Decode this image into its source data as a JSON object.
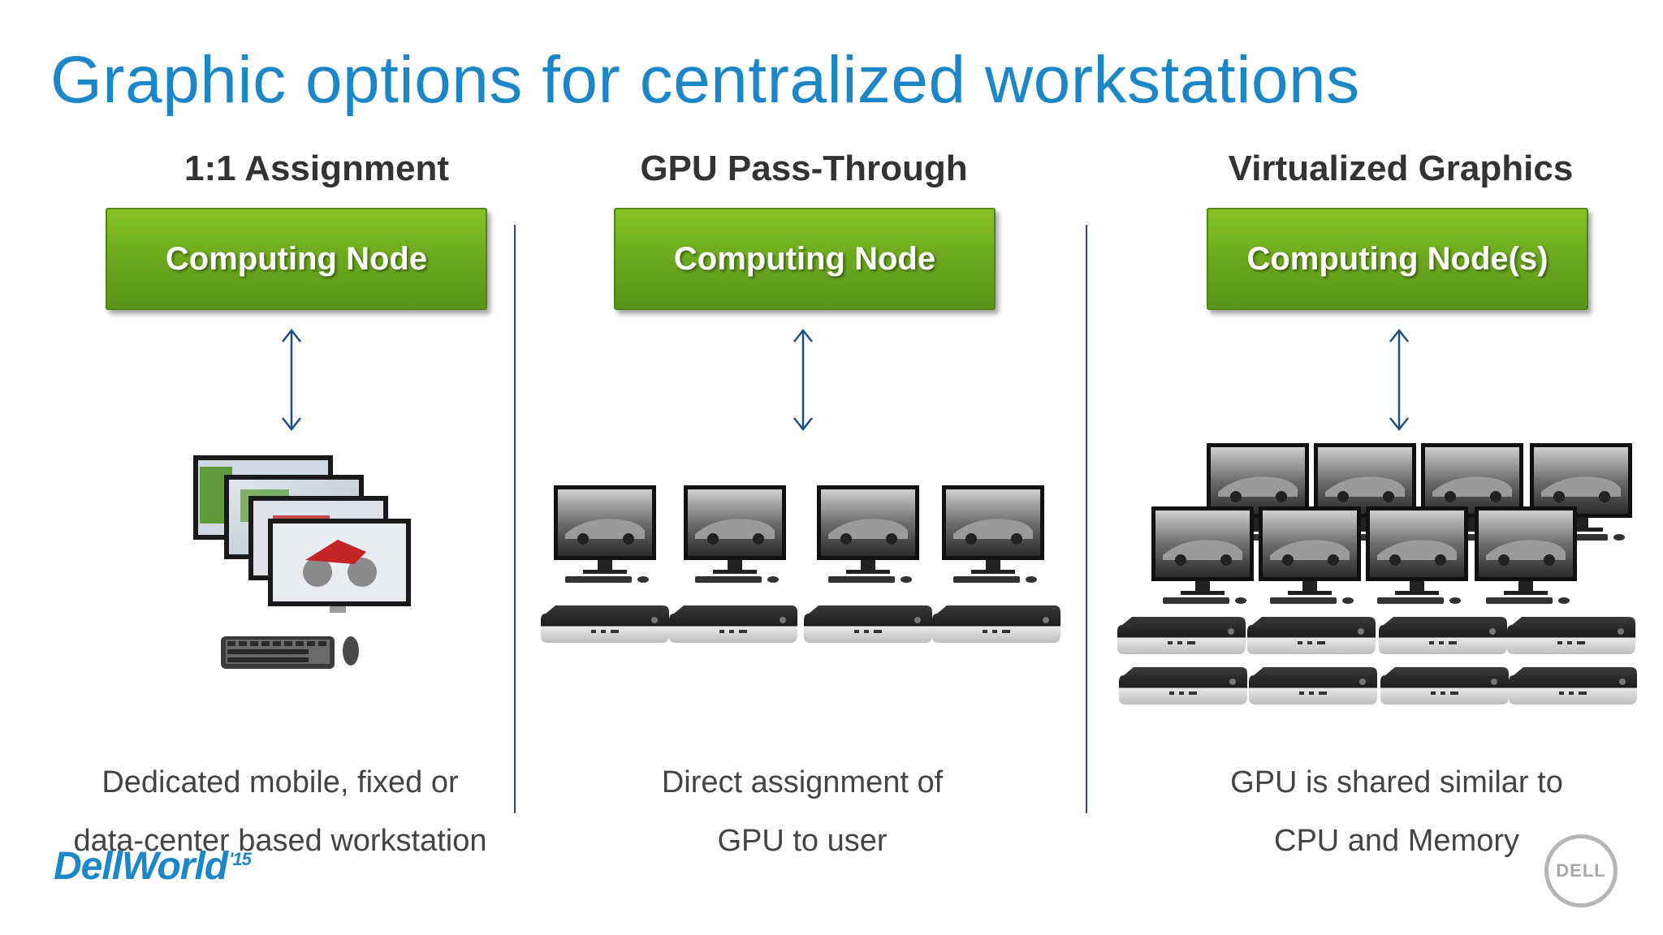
{
  "title": "Graphic options for centralized workstations",
  "columns": [
    {
      "heading": "1:1 Assignment",
      "node_label": "Computing Node",
      "description_lines": [
        "Dedicated mobile, fixed or",
        "data-center based workstation"
      ]
    },
    {
      "heading": "GPU Pass-Through",
      "node_label": "Computing Node",
      "description_lines": [
        "Direct assignment of",
        "GPU to user"
      ]
    },
    {
      "heading": "Virtualized Graphics",
      "node_label": "Computing Node(s)",
      "description_lines": [
        "GPU is shared similar to",
        "CPU and Memory"
      ]
    }
  ],
  "footer": {
    "brand": "DellWorld",
    "brand_year": "'15",
    "seal": "DELL"
  },
  "colors": {
    "title": "#1b87c9",
    "node_green": "#6aa61d",
    "divider": "#1e4f86",
    "arrow": "#1e4f86"
  },
  "icons": [
    "workstation-stack-icon",
    "keyboard-mouse-icon",
    "thin-client-icon",
    "monitor-icon"
  ]
}
